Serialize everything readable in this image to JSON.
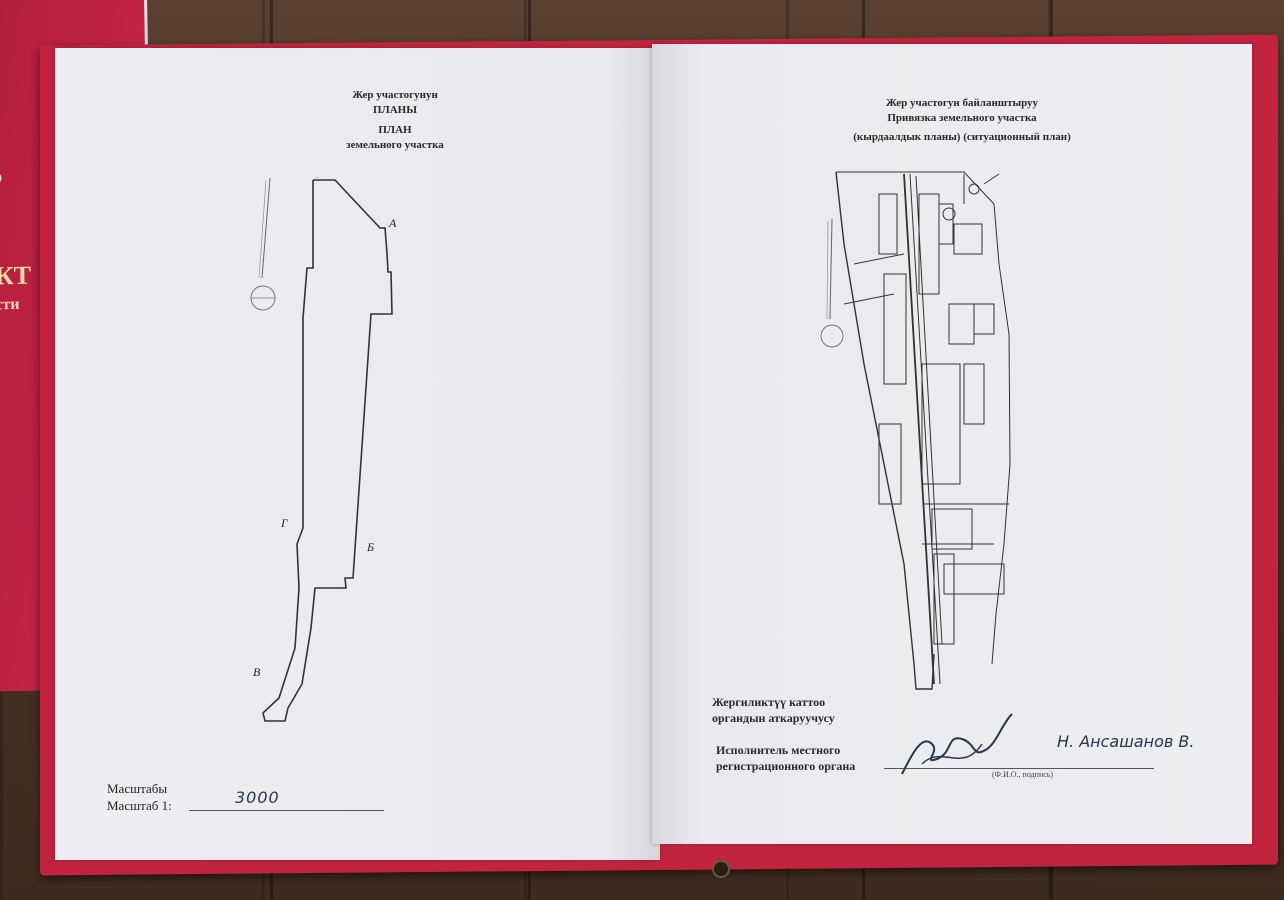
{
  "left_page": {
    "title_ky_1": "Жер участогунун",
    "title_ky_2": "ПЛАНЫ",
    "title_ru_1": "ПЛАН",
    "title_ru_2": "земельного участка",
    "point_labels": {
      "a": "А",
      "b": "Б",
      "v": "В",
      "g": "Г"
    },
    "scale_label_ky": "Масштабы",
    "scale_label_ru": "Масштаб 1:",
    "scale_value": "3000"
  },
  "right_page": {
    "title_ky": "Жер участогун байланштыруу",
    "title_ru": "Привязка земельного участка",
    "subtitle": "(кырдаалдык планы) (ситуационный план)",
    "officer_ky_1": "Жергиликтүү каттоо",
    "officer_ky_2": "органдын аткаруучусу",
    "officer_ru_1": "Исполнитель местного",
    "officer_ru_2": "регистрационного органа",
    "signature_caption": "(Ф.И.О., подпись)",
    "handwritten_name": "Н. Ансашанов В."
  },
  "colors": {
    "folder": "#c2243f",
    "paper": "#e9ebee",
    "ink": "#2a2a2a"
  }
}
